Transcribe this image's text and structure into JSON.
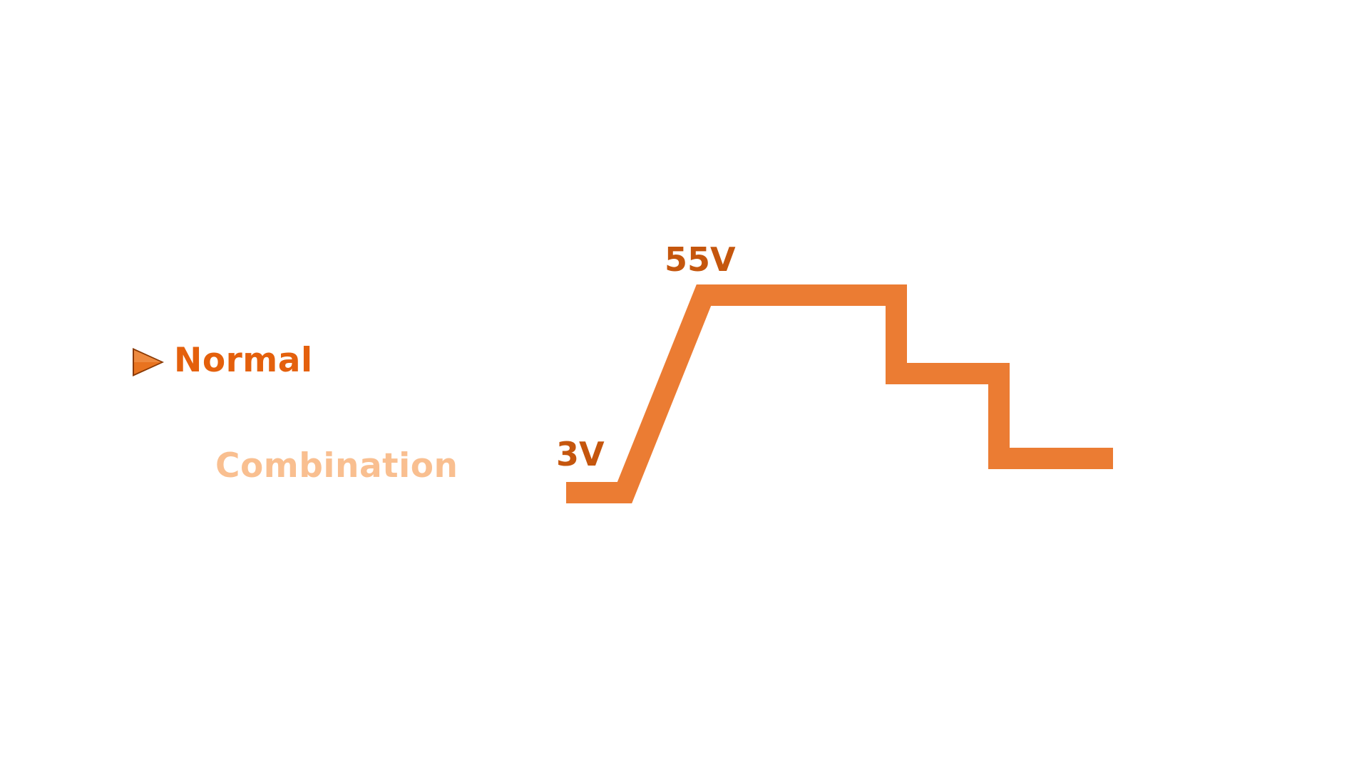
{
  "modes": {
    "normal": {
      "label": "Normal",
      "active": true
    },
    "combination": {
      "label": "Combination",
      "active": false
    }
  },
  "waveform": {
    "low_label": "3V",
    "high_label": "55V"
  },
  "colors": {
    "active_text": "#e4600c",
    "inactive_text": "#f9bf90",
    "line": "#eb7c33",
    "voltage_text": "#c5560d",
    "arrow": "#e8731f"
  },
  "icons": {
    "selected_marker": "play-arrow-icon"
  }
}
